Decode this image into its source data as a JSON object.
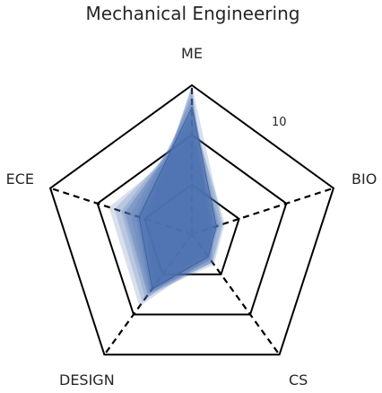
{
  "chart_data": {
    "type": "radar",
    "title": "Mechanical Engineering",
    "axes": [
      "ME",
      "BIO",
      "CS",
      "DESIGN",
      "ECE"
    ],
    "rlim": [
      0,
      15
    ],
    "ring_values": [
      5,
      10,
      15
    ],
    "tick_labels": [
      {
        "text": "10",
        "value": 10
      }
    ],
    "grid": true,
    "series": [
      {
        "values": [
          15,
          1.8,
          2.5,
          6.2,
          4.6
        ]
      },
      {
        "values": [
          14.5,
          2.0,
          2.8,
          6.5,
          5.0
        ]
      },
      {
        "values": [
          14.0,
          2.5,
          3.0,
          6.8,
          5.5
        ]
      },
      {
        "values": [
          13.5,
          2.8,
          3.2,
          7.0,
          6.0
        ]
      },
      {
        "values": [
          12.8,
          3.2,
          3.5,
          7.3,
          6.5
        ]
      },
      {
        "values": [
          12.0,
          3.5,
          3.8,
          7.5,
          7.0
        ]
      },
      {
        "values": [
          11.5,
          2.2,
          3.5,
          8.0,
          7.5
        ]
      },
      {
        "values": [
          10.5,
          3.0,
          2.2,
          8.5,
          8.2
        ]
      },
      {
        "values": [
          9.5,
          2.6,
          3.0,
          9.0,
          8.8
        ]
      },
      {
        "values": [
          12.5,
          2.4,
          2.8,
          7.2,
          5.8
        ]
      },
      {
        "values": [
          15,
          3.3,
          3.6,
          6.8,
          4.8
        ]
      },
      {
        "values": [
          11.0,
          2.2,
          3.2,
          7.6,
          7.2
        ]
      }
    ],
    "mean": {
      "values": [
        12.8,
        2.6,
        2.8,
        6.8,
        5.6
      ]
    }
  }
}
